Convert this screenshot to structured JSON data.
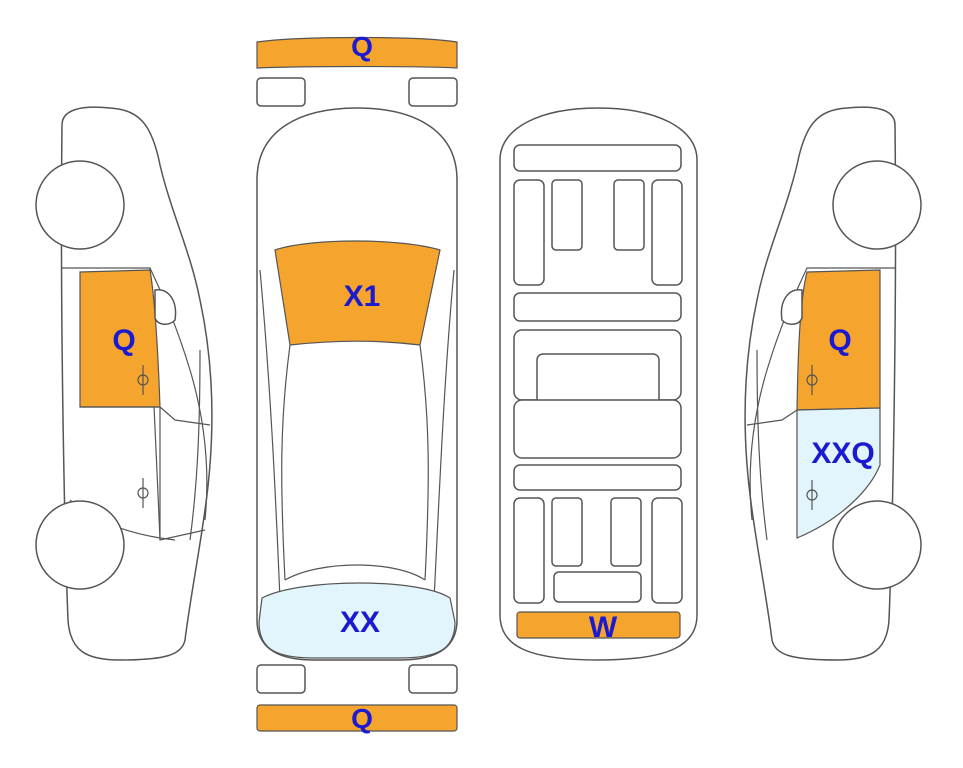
{
  "colors": {
    "damage_orange": "#F5A52E",
    "damage_light_blue": "#E3F5FC",
    "outline": "#555555",
    "label_text": "#1A1AD0"
  },
  "labels": {
    "front_bumper": "Q",
    "windshield": "X1",
    "rear_window": "XX",
    "rear_bumper": "Q",
    "underbody_rear": "W",
    "left_front_door": "Q",
    "right_front_door": "Q",
    "right_rear_door": "XXQ"
  }
}
